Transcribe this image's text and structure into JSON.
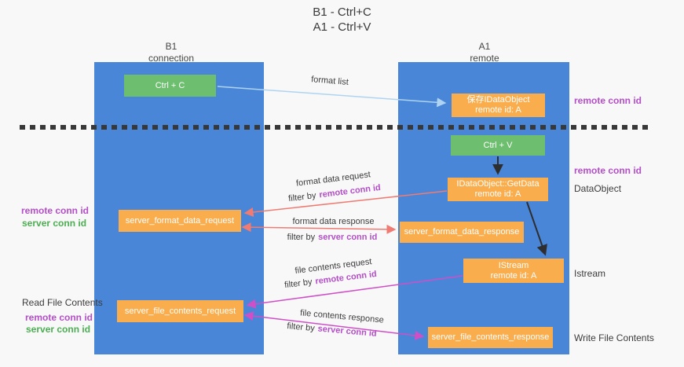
{
  "title": {
    "line1": "B1 - Ctrl+C",
    "line2": "A1 - Ctrl+V"
  },
  "lifelines": {
    "left": {
      "name": "B1",
      "role": "connection"
    },
    "right": {
      "name": "A1",
      "role": "remote"
    }
  },
  "nodes": {
    "ctrl_c": {
      "label": "Ctrl + C"
    },
    "ctrl_v": {
      "label": "Ctrl + V"
    },
    "save_dataobject": {
      "line1": "保存IDataObject",
      "line2": "remote id: A"
    },
    "getdata": {
      "line1": "IDataObject::GetData",
      "line2": "remote id: A"
    },
    "istream": {
      "line1": "IStream",
      "line2": "remote id: A"
    },
    "format_request": {
      "label": "server_format_data_request"
    },
    "format_response": {
      "label": "server_format_data_response"
    },
    "file_request": {
      "label": "server_file_contents_request"
    },
    "file_response": {
      "label": "server_file_contents_response"
    }
  },
  "messages": {
    "format_list": "format list",
    "format_data_request": "format data request",
    "format_data_response": "format data response",
    "file_contents_request": "file contents request",
    "file_contents_response": "file contents response",
    "filter_by": "filter by",
    "remote_conn_id": "remote conn id",
    "server_conn_id": "server conn id"
  },
  "side_labels": {
    "left": {
      "remote_conn_id": "remote conn id",
      "server_conn_id": "server conn id",
      "read_file": "Read File Contents",
      "remote_conn_id2": "remote conn id",
      "server_conn_id2": "server conn id"
    },
    "right": {
      "remote_conn_id_top": "remote conn id",
      "remote_conn_id_mid": "remote conn id",
      "dataobject": "DataObject",
      "istream": "Istream",
      "write_file": "Write File Contents"
    }
  },
  "colors": {
    "lifeline_blue": "#4a86d8",
    "box_green": "#6ebe6f",
    "box_orange": "#f9ad4d",
    "purple_text": "#b44fc8",
    "green_text": "#4cae52",
    "arrow_lightblue": "#aed4f2",
    "arrow_black": "#2e2e2e",
    "arrow_red": "#ef7b72",
    "arrow_magenta": "#cf4fc7",
    "dash_line": "#383838"
  }
}
